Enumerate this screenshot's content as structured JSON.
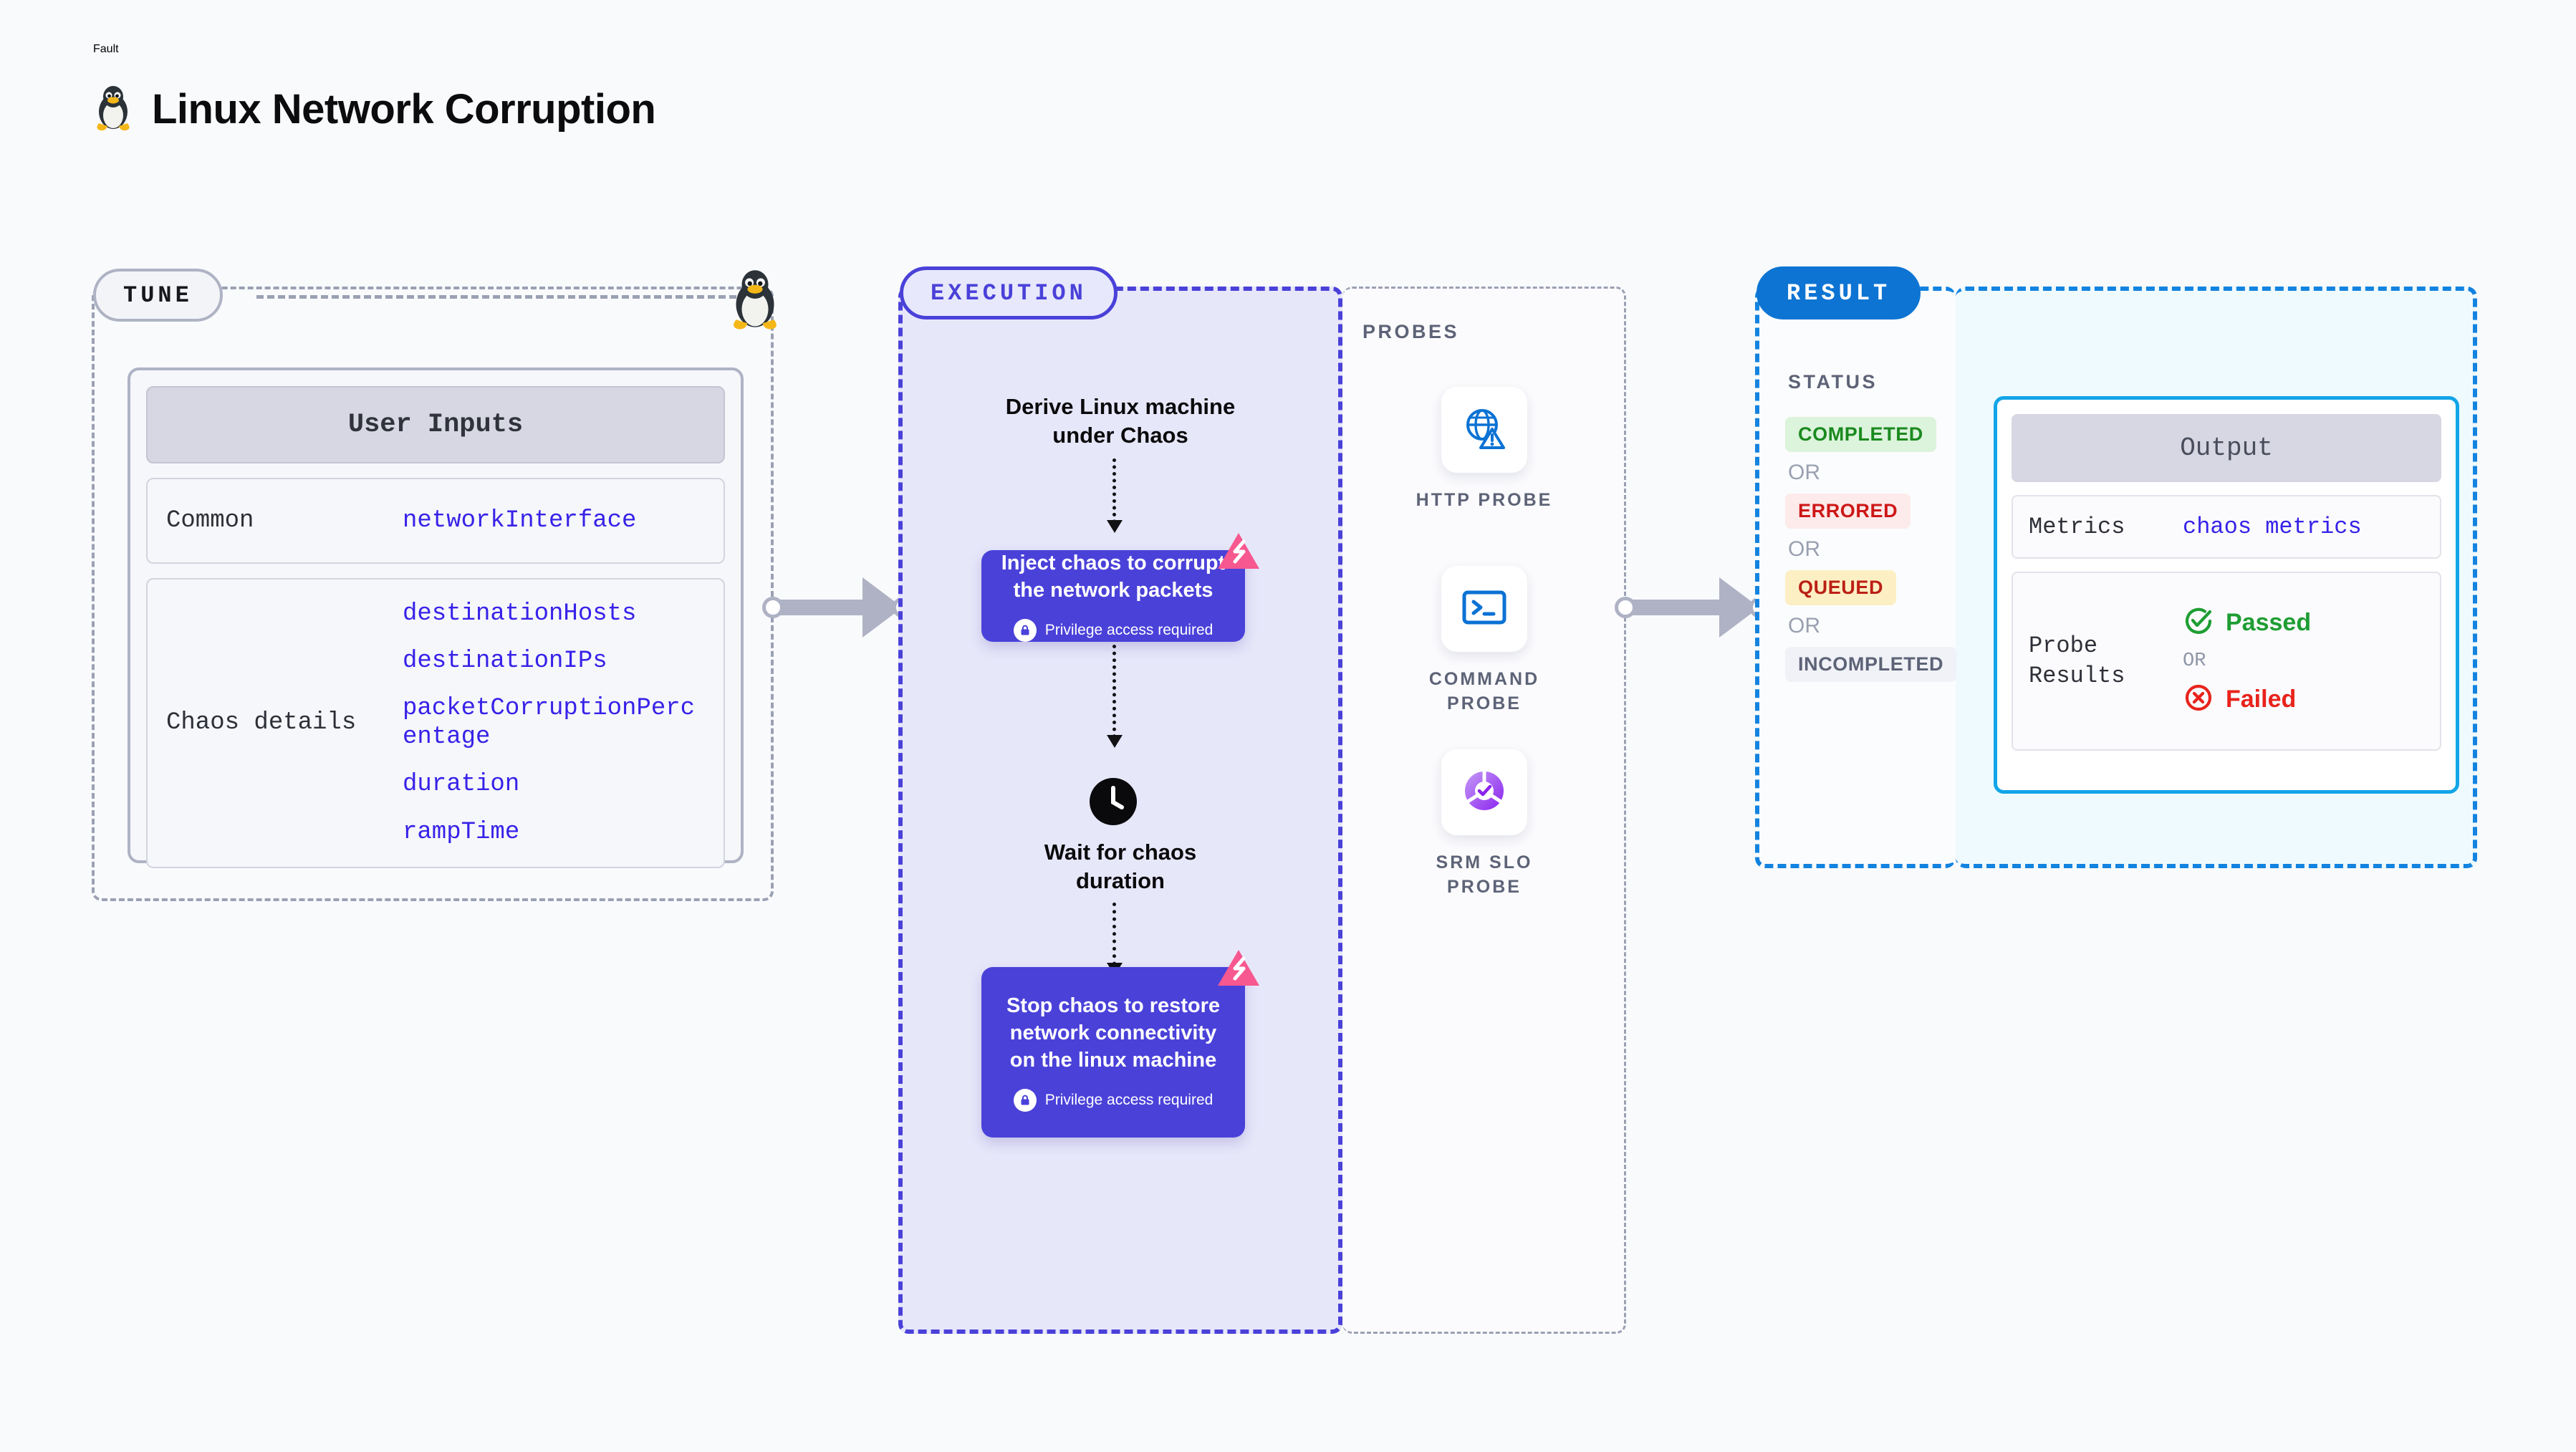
{
  "header": {
    "kicker": "Fault",
    "title": "Linux Network Corruption",
    "icon": "linux-tux-penguin-icon"
  },
  "tune": {
    "pill_label": "TUNE",
    "icon": "linux-tux-penguin-icon",
    "card": {
      "header": "User Inputs",
      "rows": [
        {
          "label": "Common",
          "values": [
            "networkInterface"
          ]
        },
        {
          "label": "Chaos details",
          "values": [
            "destinationHosts",
            "destinationIPs",
            "packetCorruptionPercentage",
            "duration",
            "rampTime"
          ]
        }
      ]
    }
  },
  "execution": {
    "pill_label": "EXECUTION",
    "steps": [
      {
        "type": "text",
        "label": "Derive Linux machine under Chaos"
      },
      {
        "type": "chaos-node",
        "label": "Inject chaos to corrupt the network packets",
        "privilege": "Privilege access required",
        "badge": "litmus-chaos-badge-icon",
        "lock_icon": "lock-icon"
      },
      {
        "type": "wait",
        "label": "Wait for chaos duration",
        "icon": "clock-icon"
      },
      {
        "type": "chaos-node",
        "label": "Stop chaos to restore network connectivity on the linux machine",
        "privilege": "Privilege access required",
        "badge": "litmus-chaos-badge-icon",
        "lock_icon": "lock-icon"
      }
    ]
  },
  "probes": {
    "section_label": "PROBES",
    "items": [
      {
        "name": "HTTP PROBE",
        "icon": "globe-warning-icon"
      },
      {
        "name": "COMMAND PROBE",
        "icon": "terminal-prompt-icon"
      },
      {
        "name": "SRM SLO PROBE",
        "icon": "slo-donut-check-icon"
      }
    ]
  },
  "result": {
    "pill_label": "RESULT",
    "status_label": "STATUS",
    "or_label": "OR",
    "statuses": [
      {
        "label": "COMPLETED",
        "bg": "#dcf3dc",
        "color": "#1a8a1f"
      },
      {
        "label": "ERRORED",
        "bg": "#fdeaea",
        "color": "#cd1717"
      },
      {
        "label": "QUEUED",
        "bg": "#fdefc4",
        "color": "#bb2015"
      },
      {
        "label": "INCOMPLETED",
        "bg": "#f1f2f7",
        "color": "#5d6377"
      }
    ]
  },
  "output": {
    "header": "Output",
    "metrics_label": "Metrics",
    "metrics_value": "chaos metrics",
    "probe_results_label": "Probe Results",
    "passed_label": "Passed",
    "failed_label": "Failed",
    "or_label": "OR",
    "passed_icon": "check-circle-icon",
    "failed_icon": "x-circle-icon"
  },
  "colors": {
    "page_bg": "#f9fafc",
    "chaos_purple": "#4a41d9",
    "exec_panel_bg": "#e7e7fa",
    "result_blue": "#0d74d3",
    "output_cyan": "#12a5e8",
    "mono_accent": "#3722e8",
    "badge_pink": "#f7588f"
  }
}
